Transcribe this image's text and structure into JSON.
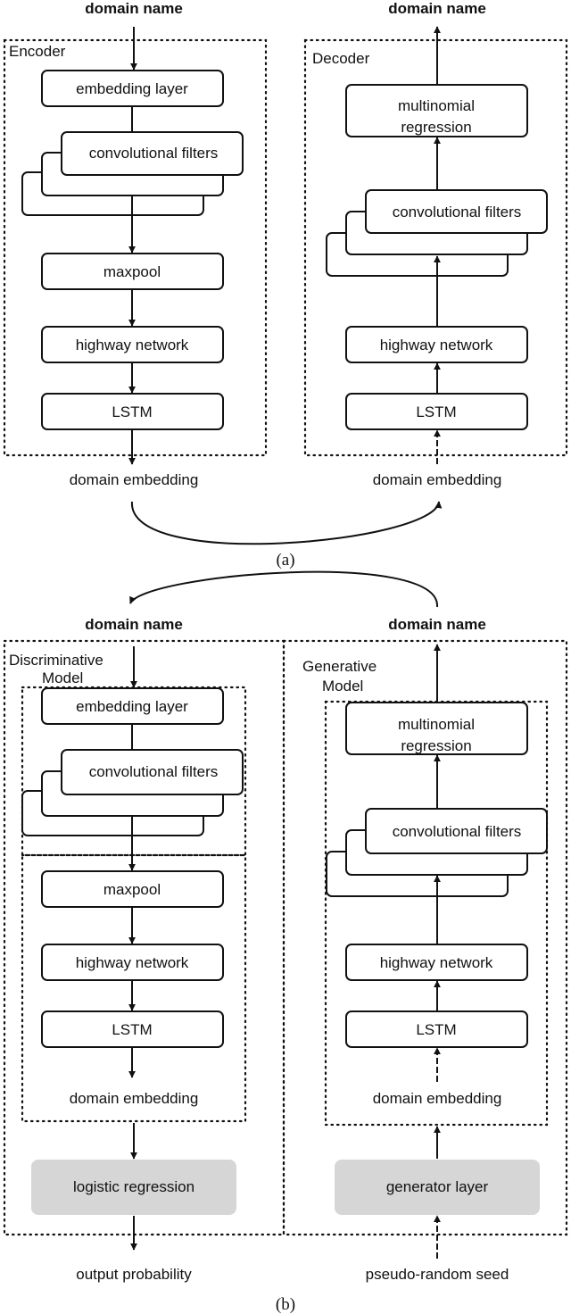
{
  "part_a": {
    "caption": "(a)",
    "encoder": {
      "title": "Encoder",
      "input": "domain name",
      "output": "domain embedding",
      "layers": [
        "embedding layer",
        "convolutional filters",
        "maxpool",
        "highway network",
        "LSTM"
      ]
    },
    "decoder": {
      "title": "Decoder",
      "input": "domain embedding",
      "output": "domain name",
      "layers": [
        "multinomial regression",
        "convolutional filters",
        "highway network",
        "LSTM"
      ]
    }
  },
  "part_b": {
    "caption": "(b)",
    "discriminative": {
      "title": "Discriminative Model",
      "input": "domain name",
      "layers": [
        "embedding layer",
        "convolutional filters",
        "maxpool",
        "highway network",
        "LSTM"
      ],
      "embedding": "domain embedding",
      "head": "logistic regression",
      "output": "output probability"
    },
    "generative": {
      "title": "Generative Model",
      "output": "domain name",
      "layers": [
        "multinomial regression",
        "convolutional filters",
        "highway network",
        "LSTM"
      ],
      "embedding": "domain embedding",
      "head": "generator layer",
      "input": "pseudo-random seed"
    }
  },
  "colors": {
    "stroke": "#111111",
    "head_fill": "#d6d6d6",
    "background": "#ffffff"
  }
}
